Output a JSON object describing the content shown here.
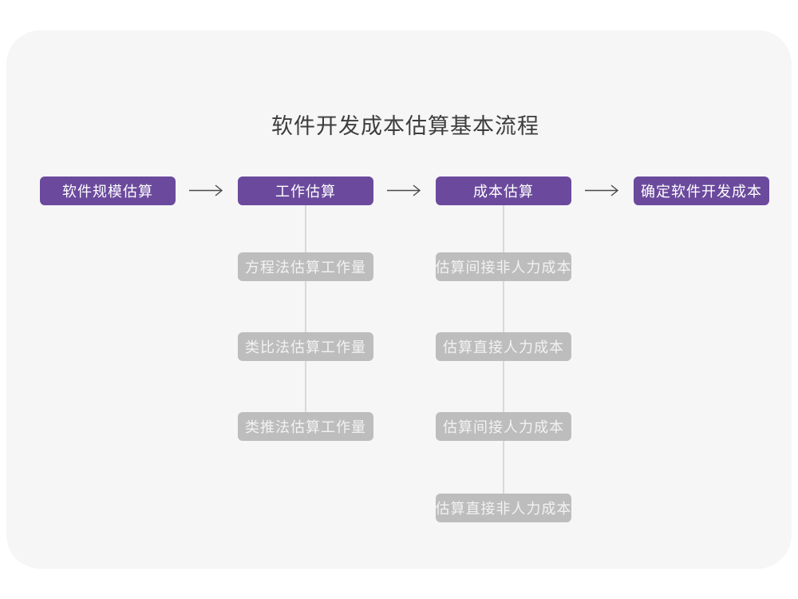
{
  "title": "软件开发成本估算基本流程",
  "colors": {
    "accent-purple": "#6b4a9d",
    "node-gray": "#bdbdbd",
    "card-bg": "#f6f6f7",
    "line-gray": "#d9d9d9",
    "arrow-gray": "#4a4a4a",
    "title-color": "#3d3d3d"
  },
  "flow": {
    "stages": [
      {
        "label": "软件规模估算"
      },
      {
        "label": "工作估算"
      },
      {
        "label": "成本估算"
      },
      {
        "label": "确定软件开发成本"
      }
    ],
    "work_methods": [
      "方程法估算工作量",
      "类比法估算工作量",
      "类推法估算工作量"
    ],
    "cost_steps": [
      "估算间接非人力成本",
      "估算直接人力成本",
      "估算间接人力成本",
      "估算直接非人力成本"
    ]
  }
}
